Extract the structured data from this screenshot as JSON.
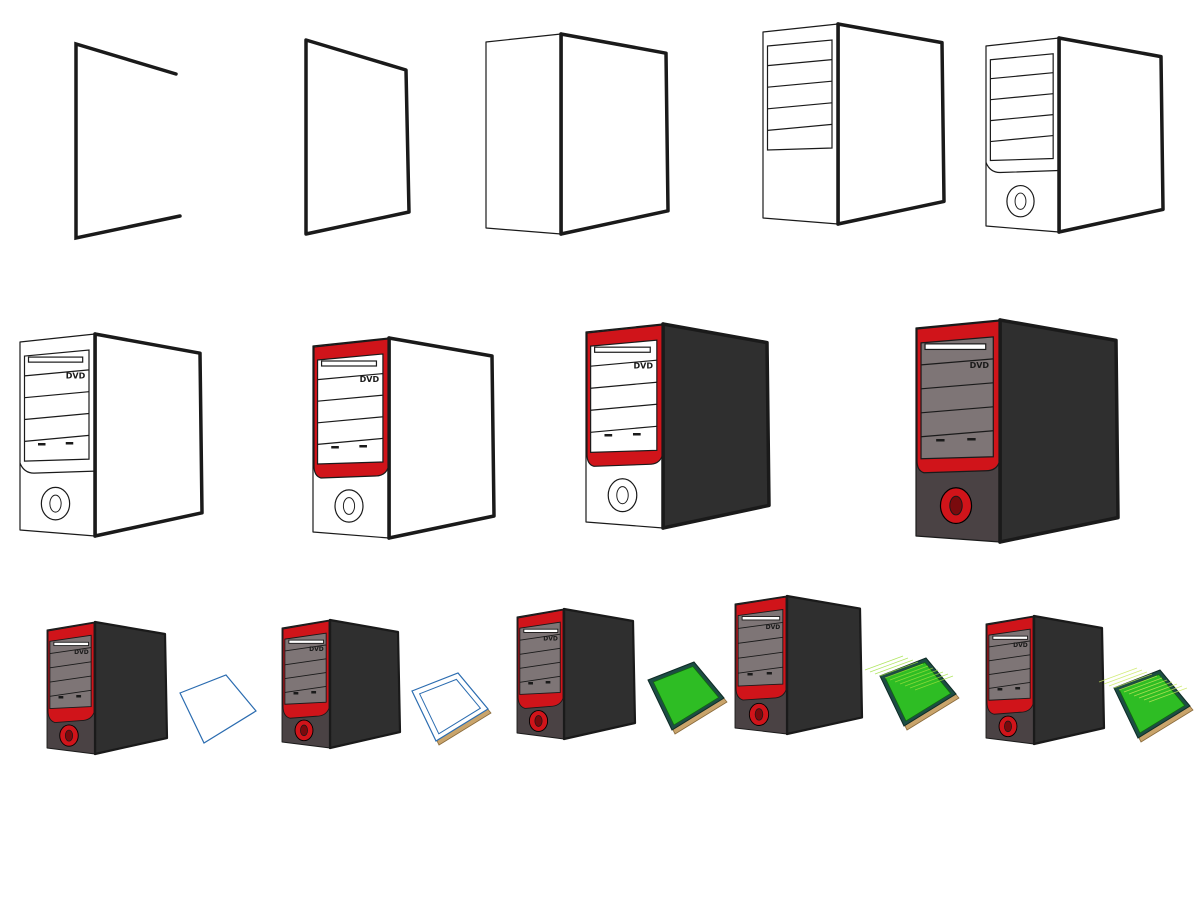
{
  "drive_label": "DVD",
  "colors": {
    "line": "#1a1a1a",
    "paper": "#ffffff",
    "accent_red": "#d0141a",
    "side_dark": "#2f2f2f",
    "bay_gray": "#7e7576",
    "lower_dark": "#4a4244",
    "mat_outline_blue": "#2b6cb0",
    "mat_tan": "#c9a46b",
    "mat_green": "#2ebd24",
    "mat_dark_edge": "#1d4d44"
  },
  "steps": [
    {
      "stage": "frame-open"
    },
    {
      "stage": "frame-closed"
    },
    {
      "stage": "box"
    },
    {
      "stage": "bays"
    },
    {
      "stage": "lower-button"
    },
    {
      "stage": "drive-details"
    },
    {
      "stage": "red-trim"
    },
    {
      "stage": "dark-side"
    },
    {
      "stage": "full-color"
    },
    {
      "stage": "color-with-mat-outline"
    },
    {
      "stage": "color-with-mat-double"
    },
    {
      "stage": "color-with-mat-green"
    },
    {
      "stage": "color-with-mat-textured"
    },
    {
      "stage": "color-with-mat-final"
    }
  ]
}
